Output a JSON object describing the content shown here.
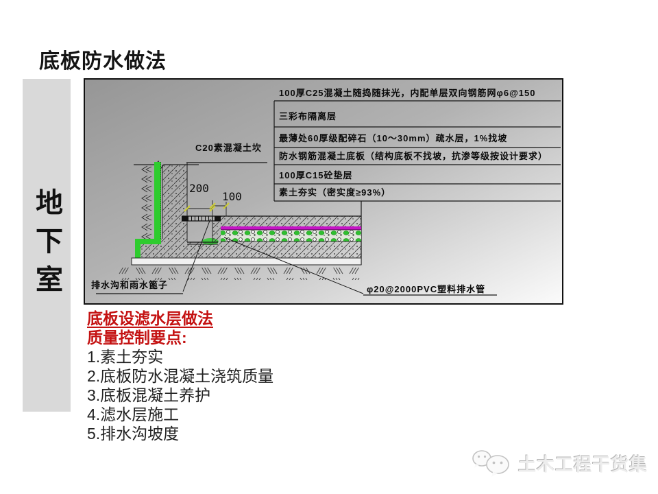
{
  "slide": {
    "title": "底板防水做法",
    "sidebar_label": "地下室"
  },
  "diagram": {
    "ladder": [
      "100厚C25混凝土随捣随抹光，内配单层双向钢筋网φ6@150",
      "三彩布隔离层",
      "最薄处60厚级配碎石（10～30mm）疏水层，1%找坡",
      "防水钢筋混凝土底板（结构底板不找坡，抗渗等级按设计要求）",
      "100厚C15砼垫层",
      "素土夯实（密实度≥93%）"
    ],
    "labels": {
      "curb": "C20素混凝土坎",
      "dim_a": "200",
      "dim_b": "100",
      "drain": "排水沟和雨水篦子",
      "pipe": "φ20@2000PVC塑料排水管"
    },
    "colors": {
      "membrane_green": "#2ecc2e",
      "waterproof_magenta": "#c614c6",
      "dim_tick_yellow": "#cfcf30"
    }
  },
  "notes": {
    "heading": "底板设滤水层做法",
    "subheading": "质量控制要点:",
    "points": [
      "1.素土夯实",
      "2.底板防水混凝土浇筑质量",
      "3.底板混凝土养护",
      "4.滤水层施工",
      "5.排水沟坡度"
    ],
    "accent_color": "#c41111"
  },
  "footer": {
    "watermark": "土木工程干货集"
  }
}
